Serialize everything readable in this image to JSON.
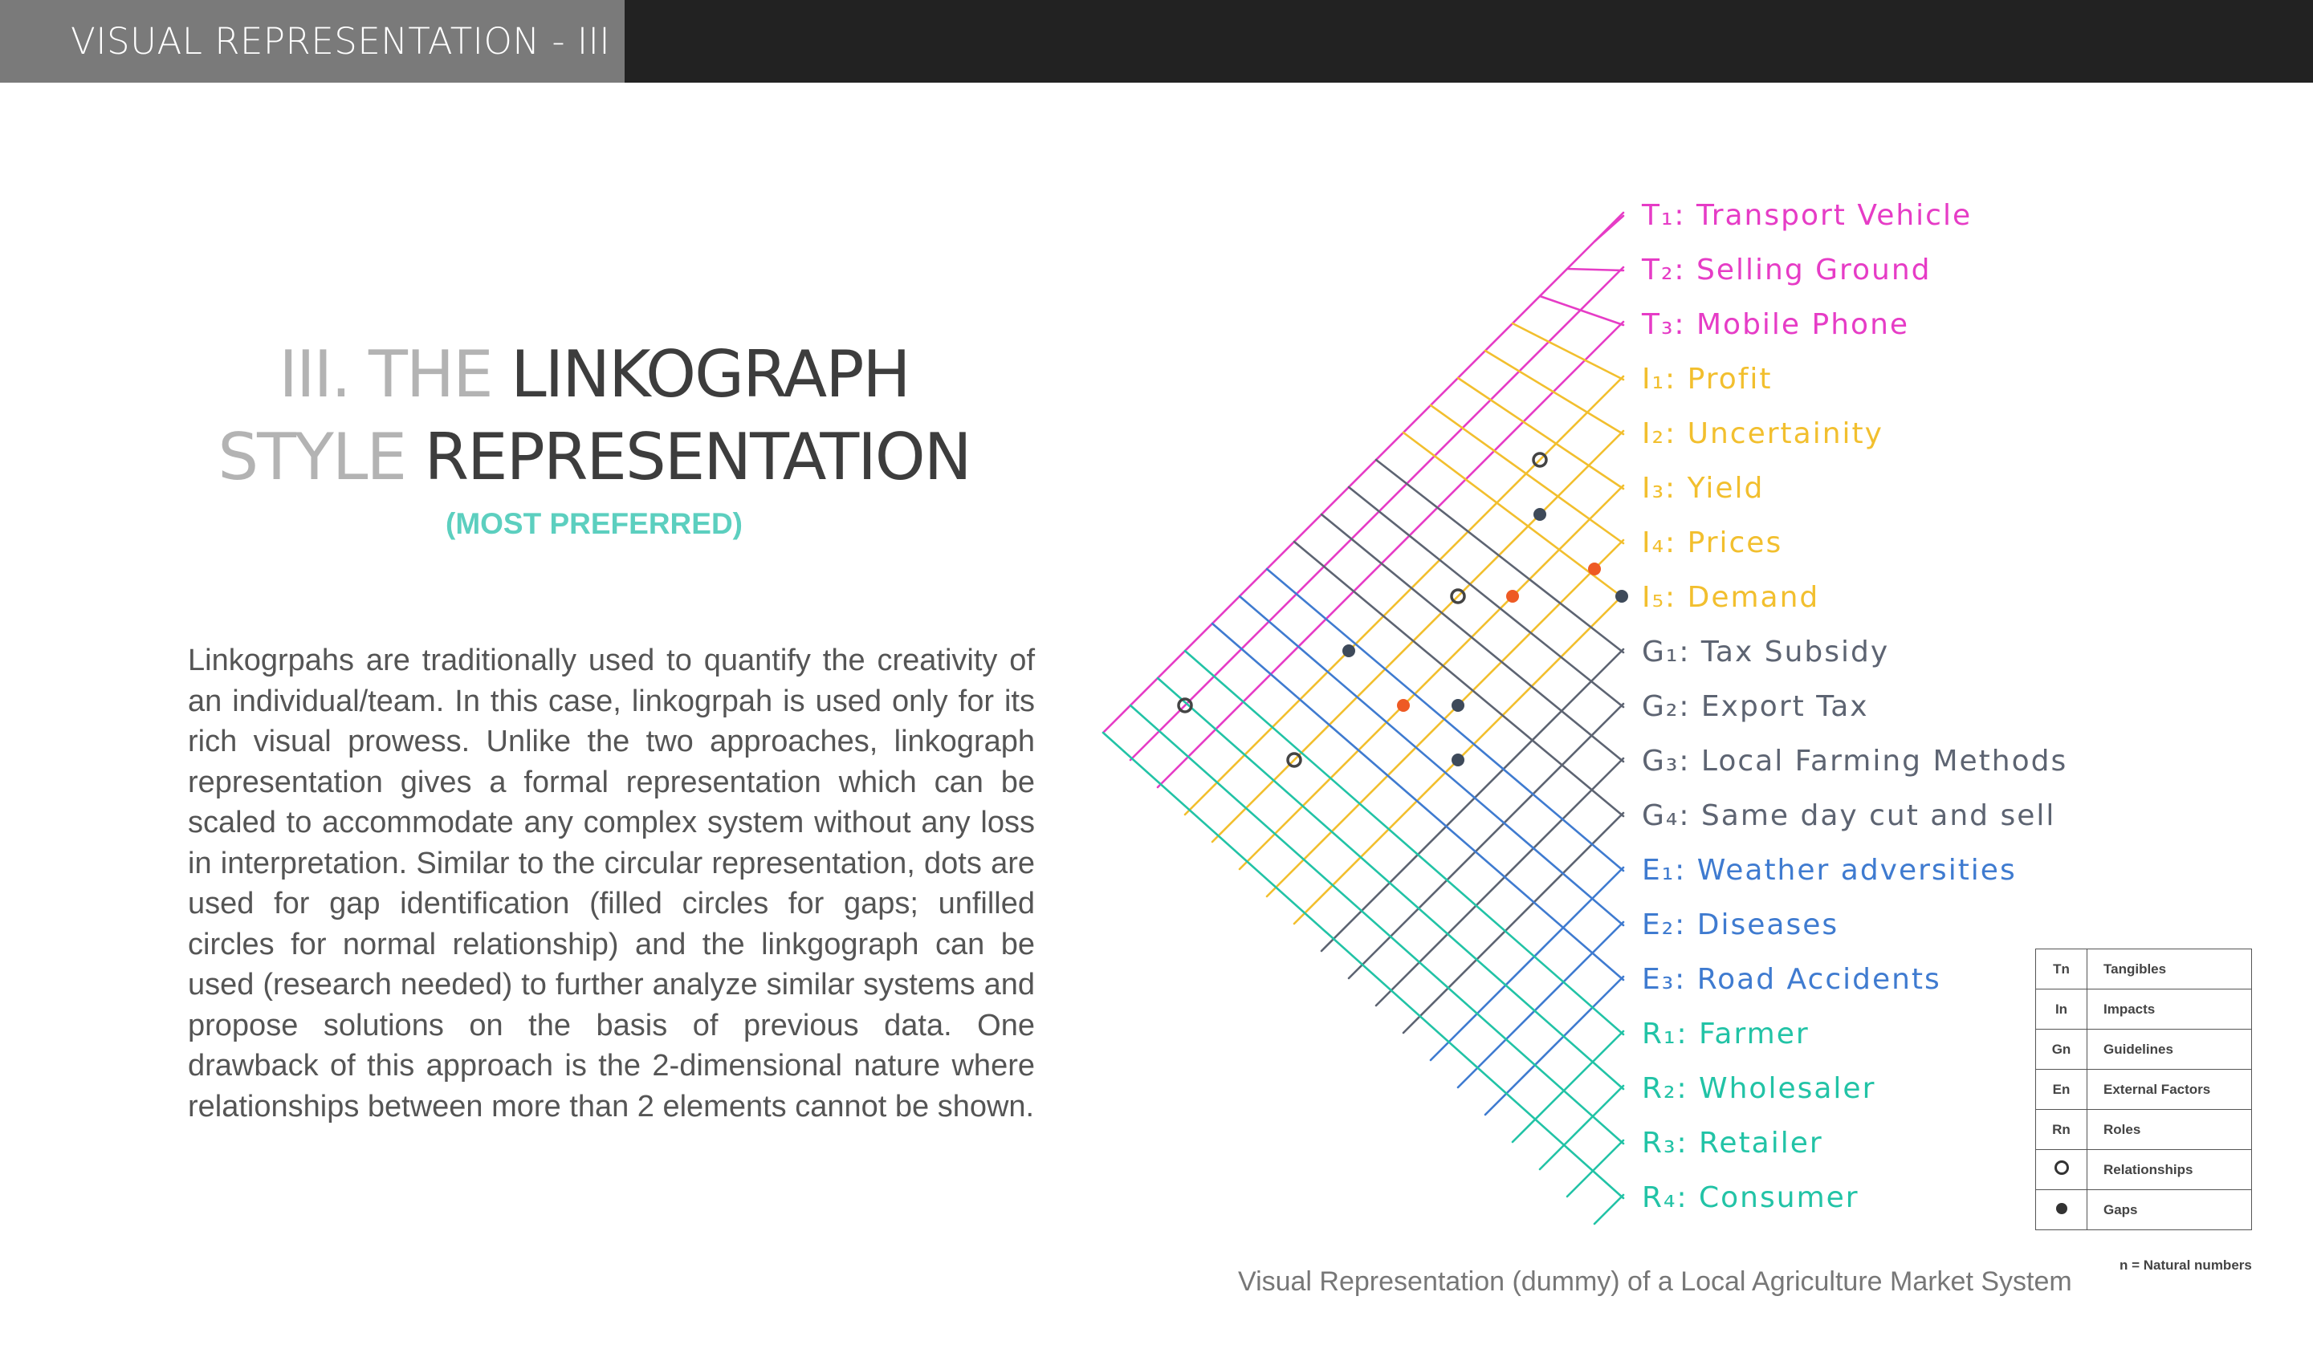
{
  "header": {
    "tab_title": "VISUAL REPRESENTATION - III"
  },
  "heading": {
    "line1_light": "III. THE",
    "line1_dark": "LINKOGRAPH",
    "line2_light": "STYLE",
    "line2_dark": "REPRESENTATION",
    "subtitle": "(MOST PREFERRED)"
  },
  "body_text": "Linkogrpahs are traditionally used to quantify the creativity of an individual/team. In this case, linkogrpah is used only for its rich visual prowess. Unlike the two approaches, linkograph representation gives a formal representation which can be scaled to accommodate any complex system without any loss in interpretation. Similar to the circular representation, dots are used for gap identification (filled circles for gaps; unfilled circles for normal relationship) and the linkgograph can be used (research needed) to further analyze similar systems and propose solutions on the basis of previous data. One drawback of this approach is the 2-dimensional nature where relationships between more than 2 elements cannot be shown.",
  "colors": {
    "T": "#e63cc6",
    "I": "#f2bf2e",
    "G": "#5d6472",
    "E": "#3f7bd0",
    "R": "#22c3a6",
    "gap_orange": "#ee5a24",
    "gap_dark": "#3e4a5a"
  },
  "diagram": {
    "elements": [
      {
        "label": "T₁: Transport Vehicle",
        "group": "T"
      },
      {
        "label": "T₂: Selling Ground",
        "group": "T"
      },
      {
        "label": "T₃: Mobile Phone",
        "group": "T"
      },
      {
        "label": "I₁: Profit",
        "group": "I"
      },
      {
        "label": "I₂: Uncertainity",
        "group": "I"
      },
      {
        "label": "I₃: Yield",
        "group": "I"
      },
      {
        "label": "I₄: Prices",
        "group": "I"
      },
      {
        "label": "I₅: Demand",
        "group": "I"
      },
      {
        "label": "G₁: Tax Subsidy",
        "group": "G"
      },
      {
        "label": "G₂: Export Tax",
        "group": "G"
      },
      {
        "label": "G₃: Local Farming Methods",
        "group": "G"
      },
      {
        "label": "G₄: Same day cut and sell",
        "group": "G"
      },
      {
        "label": "E₁: Weather adversities",
        "group": "E"
      },
      {
        "label": "E₂: Diseases",
        "group": "E"
      },
      {
        "label": "E₃: Road Accidents",
        "group": "E"
      },
      {
        "label": "R₁: Farmer",
        "group": "R"
      },
      {
        "label": "R₂: Wholesaler",
        "group": "R"
      },
      {
        "label": "R₃: Retailer",
        "group": "R"
      },
      {
        "label": "R₄: Consumer",
        "group": "R"
      }
    ],
    "relationships": [
      [
        2,
        6
      ],
      [
        3,
        10
      ],
      [
        3,
        16
      ],
      [
        0,
        17
      ]
    ],
    "gaps": [
      {
        "pair": [
          3,
          7
        ],
        "color": "dark"
      },
      {
        "pair": [
          6,
          7
        ],
        "color": "dark"
      },
      {
        "pair": [
          5,
          7
        ],
        "color": "orange"
      },
      {
        "pair": [
          4,
          9
        ],
        "color": "orange"
      },
      {
        "pair": [
          5,
          12
        ],
        "color": "dark"
      },
      {
        "pair": [
          4,
          13
        ],
        "color": "orange"
      },
      {
        "pair": [
          2,
          13
        ],
        "color": "dark"
      },
      {
        "pair": [
          6,
          13
        ],
        "color": "dark"
      }
    ],
    "caption": "Visual Representation (dummy) of a Local Agriculture Market System"
  },
  "legend": {
    "rows": [
      {
        "key": "Tn",
        "value": "Tangibles"
      },
      {
        "key": "In",
        "value": "Impacts"
      },
      {
        "key": "Gn",
        "value": "Guidelines"
      },
      {
        "key": "En",
        "value": "External Factors"
      },
      {
        "key": "Rn",
        "value": "Roles"
      },
      {
        "key": "ring-icon",
        "value": "Relationships"
      },
      {
        "key": "dot-icon",
        "value": "Gaps"
      }
    ],
    "note": "n = Natural numbers"
  }
}
